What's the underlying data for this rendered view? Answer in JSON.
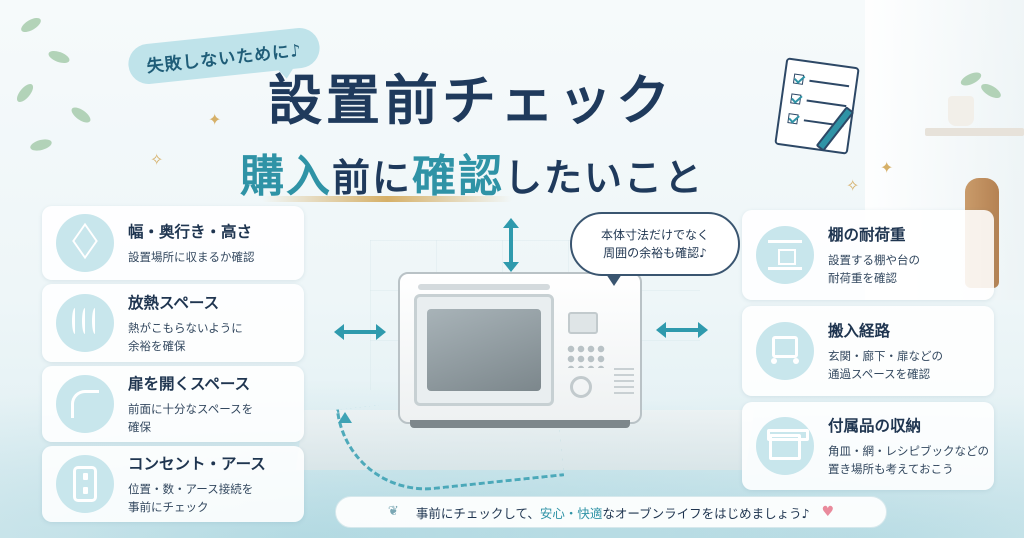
{
  "badge": "失敗しないために♪",
  "title": {
    "main": "設置前チェック",
    "sub_part1": "購入",
    "sub_part2": "前に",
    "sub_part3": "確認",
    "sub_part4": "したいこと"
  },
  "speech_bubble": {
    "line1": "本体寸法だけでなく",
    "line2": "周囲の余裕も確認♪"
  },
  "left_cards": [
    {
      "title": "幅・奥行き・高さ",
      "desc1": "設置場所に収まるか確認",
      "desc2": "",
      "icon": "cube-dimensions-icon"
    },
    {
      "title": "放熱スペース",
      "desc1": "熱がこもらないように",
      "desc2": "余裕を確保",
      "icon": "heat-waves-icon"
    },
    {
      "title": "扉を開くスペース",
      "desc1": "前面に十分なスペースを",
      "desc2": "確保",
      "icon": "door-swing-icon"
    },
    {
      "title": "コンセント・アース",
      "desc1": "位置・数・アース接続を",
      "desc2": "事前にチェック",
      "icon": "outlet-icon"
    }
  ],
  "right_cards": [
    {
      "title": "棚の耐荷重",
      "desc1": "設置する棚や台の",
      "desc2": "耐荷重を確認",
      "icon": "shelf-icon"
    },
    {
      "title": "搬入経路",
      "desc1": "玄関・廊下・扉などの",
      "desc2": "通過スペースを確認",
      "icon": "hand-cart-icon"
    },
    {
      "title": "付属品の収納",
      "desc1": "角皿・網・レシピブックなどの",
      "desc2": "置き場所も考えておこう",
      "icon": "storage-box-icon"
    }
  ],
  "banner": {
    "part1": "事前にチェックして、",
    "part2": "安心・快適",
    "part3": "なオーブンライフをはじめましょう♪",
    "heart": "♥",
    "leaf": "❦"
  },
  "colors": {
    "navy": "#1f3a5c",
    "teal": "#2f93a6",
    "icon_circle": "#c8e6ec",
    "gold": "#d6b068"
  }
}
